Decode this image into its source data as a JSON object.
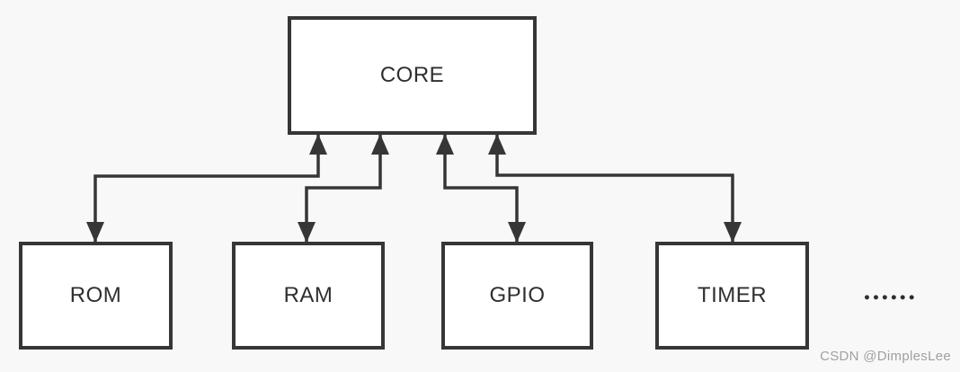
{
  "diagram": {
    "type": "block-diagram",
    "subject": "MCU core and peripheral buses",
    "nodes": [
      {
        "id": "core",
        "label": "CORE"
      },
      {
        "id": "rom",
        "label": "ROM"
      },
      {
        "id": "ram",
        "label": "RAM"
      },
      {
        "id": "gpio",
        "label": "GPIO"
      },
      {
        "id": "timer",
        "label": "TIMER"
      }
    ],
    "connections": [
      {
        "from": "CORE",
        "to": "ROM",
        "bidirectional": true
      },
      {
        "from": "CORE",
        "to": "RAM",
        "bidirectional": true
      },
      {
        "from": "CORE",
        "to": "GPIO",
        "bidirectional": true
      },
      {
        "from": "CORE",
        "to": "TIMER",
        "bidirectional": true
      }
    ],
    "ellipsis": "●●●●●●"
  },
  "watermark": {
    "text": "CSDN @DimplesLee"
  },
  "colors": {
    "background": "#f8f8f9",
    "stroke": "#363636",
    "node_fill": "#ffffff",
    "label_text": "#2f2f2f",
    "watermark_text": "#a0a0a0"
  }
}
